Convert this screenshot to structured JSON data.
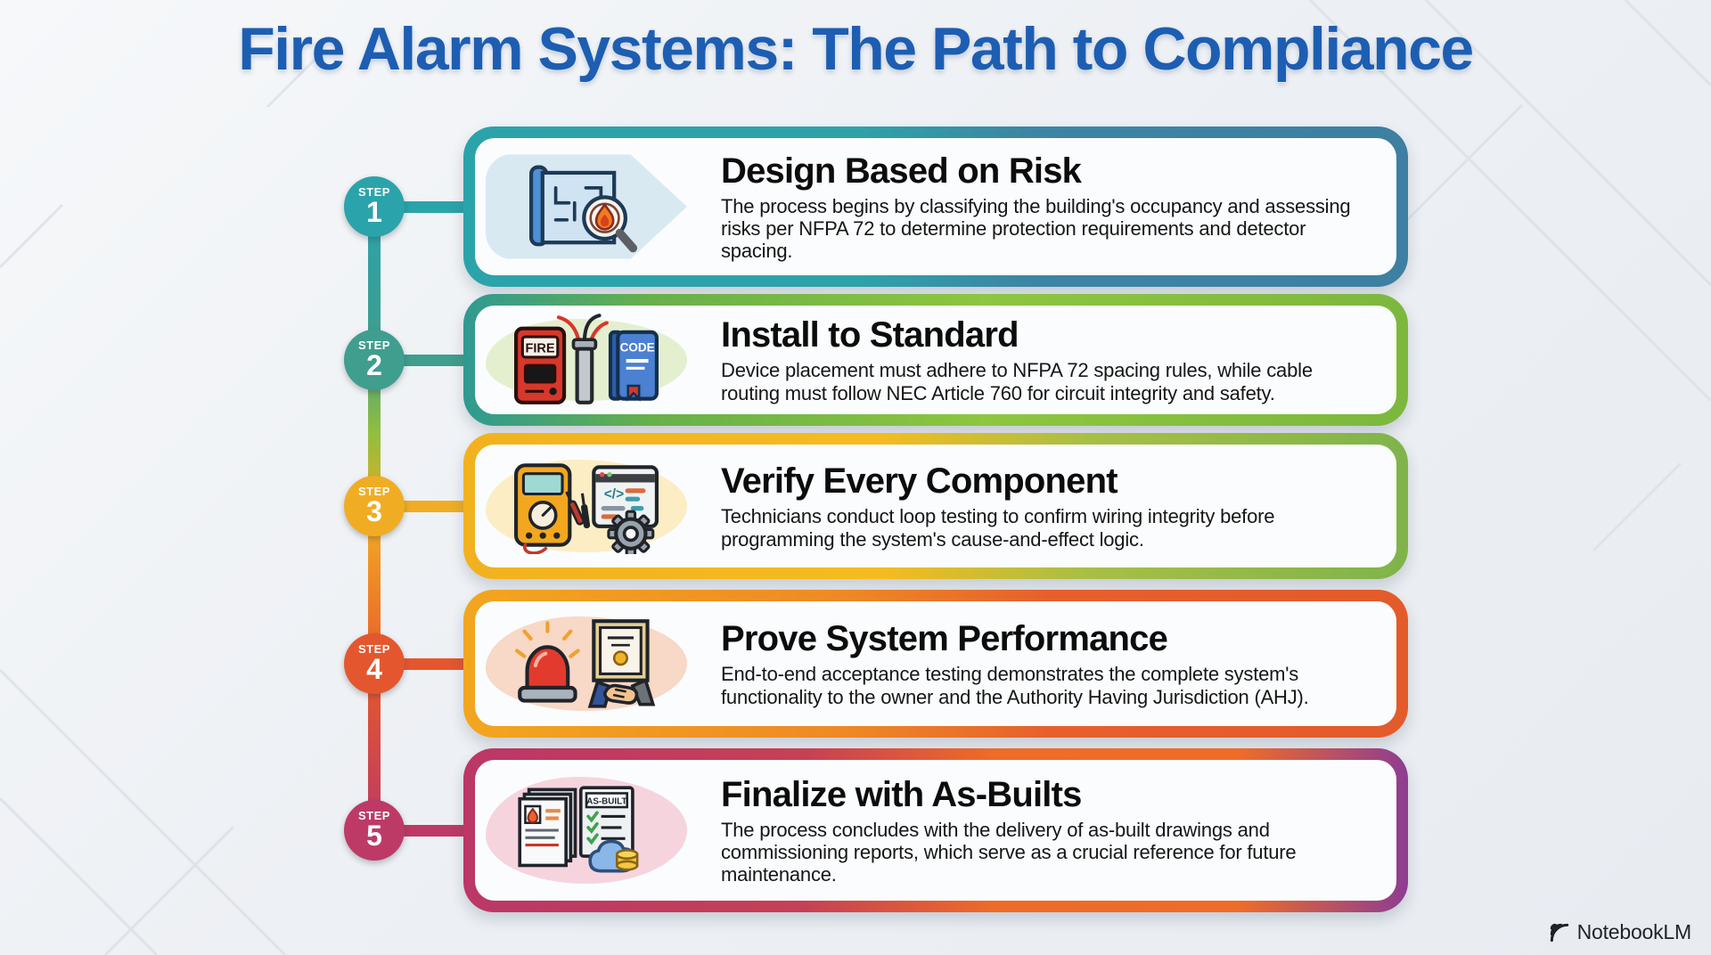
{
  "page": {
    "title": "Fire Alarm Systems: The Path to Compliance",
    "brand": "NotebookLM"
  },
  "palette": {
    "title_blue": "#1d5eb2",
    "background": "#eef1f4",
    "card_surface": "#fbfcfd",
    "step_accents": [
      "#2ba3ab",
      "#3f9e8e",
      "#f0ad24",
      "#e4572e",
      "#bd3a66"
    ],
    "card_border_gradients": [
      [
        "#2ba3ab",
        "#3e7fa2"
      ],
      [
        "#2f9a92",
        "#8dc63f"
      ],
      [
        "#f2b21f",
        "#7fb44a"
      ],
      [
        "#f2a61f",
        "#e35b2b"
      ],
      [
        "#bb3767",
        "#ee6b28",
        "#8d3d92"
      ]
    ]
  },
  "steps": [
    {
      "label": "STEP",
      "number": "1",
      "title": "Design Based on Risk",
      "description": "The process begins by classifying the building's occupancy and assessing risks per NFPA 72 to determine protection requirements and detector spacing.",
      "icon": "blueprint-magnifier-flame-icon"
    },
    {
      "label": "STEP",
      "number": "2",
      "title": "Install to Standard",
      "description": "Device placement must adhere to NFPA 72 spacing rules, while cable routing must follow NEC Article 760 for circuit integrity and safety.",
      "icon": "fire-pull-station-conduit-code-book-icon",
      "icon_texts": {
        "pull_station": "FIRE",
        "code_book": "CODE"
      }
    },
    {
      "label": "STEP",
      "number": "3",
      "title": "Verify Every Component",
      "description": "Technicians conduct loop testing to confirm wiring integrity before programming the system's cause-and-effect logic.",
      "icon": "multimeter-code-window-gear-icon"
    },
    {
      "label": "STEP",
      "number": "4",
      "title": "Prove System Performance",
      "description": "End-to-end acceptance testing demonstrates the complete system's functionality to the owner and the Authority Having Jurisdiction (AHJ).",
      "icon": "alarm-beacon-handshake-certificate-icon"
    },
    {
      "label": "STEP",
      "number": "5",
      "title": "Finalize with As-Builts",
      "description": "The process concludes with the delivery of as-built drawings and commissioning reports, which serve as a crucial reference for future maintenance.",
      "icon": "fire-report-asbuilt-checklist-cloud-icon",
      "icon_texts": {
        "as_built": "AS-BUILT"
      }
    }
  ]
}
